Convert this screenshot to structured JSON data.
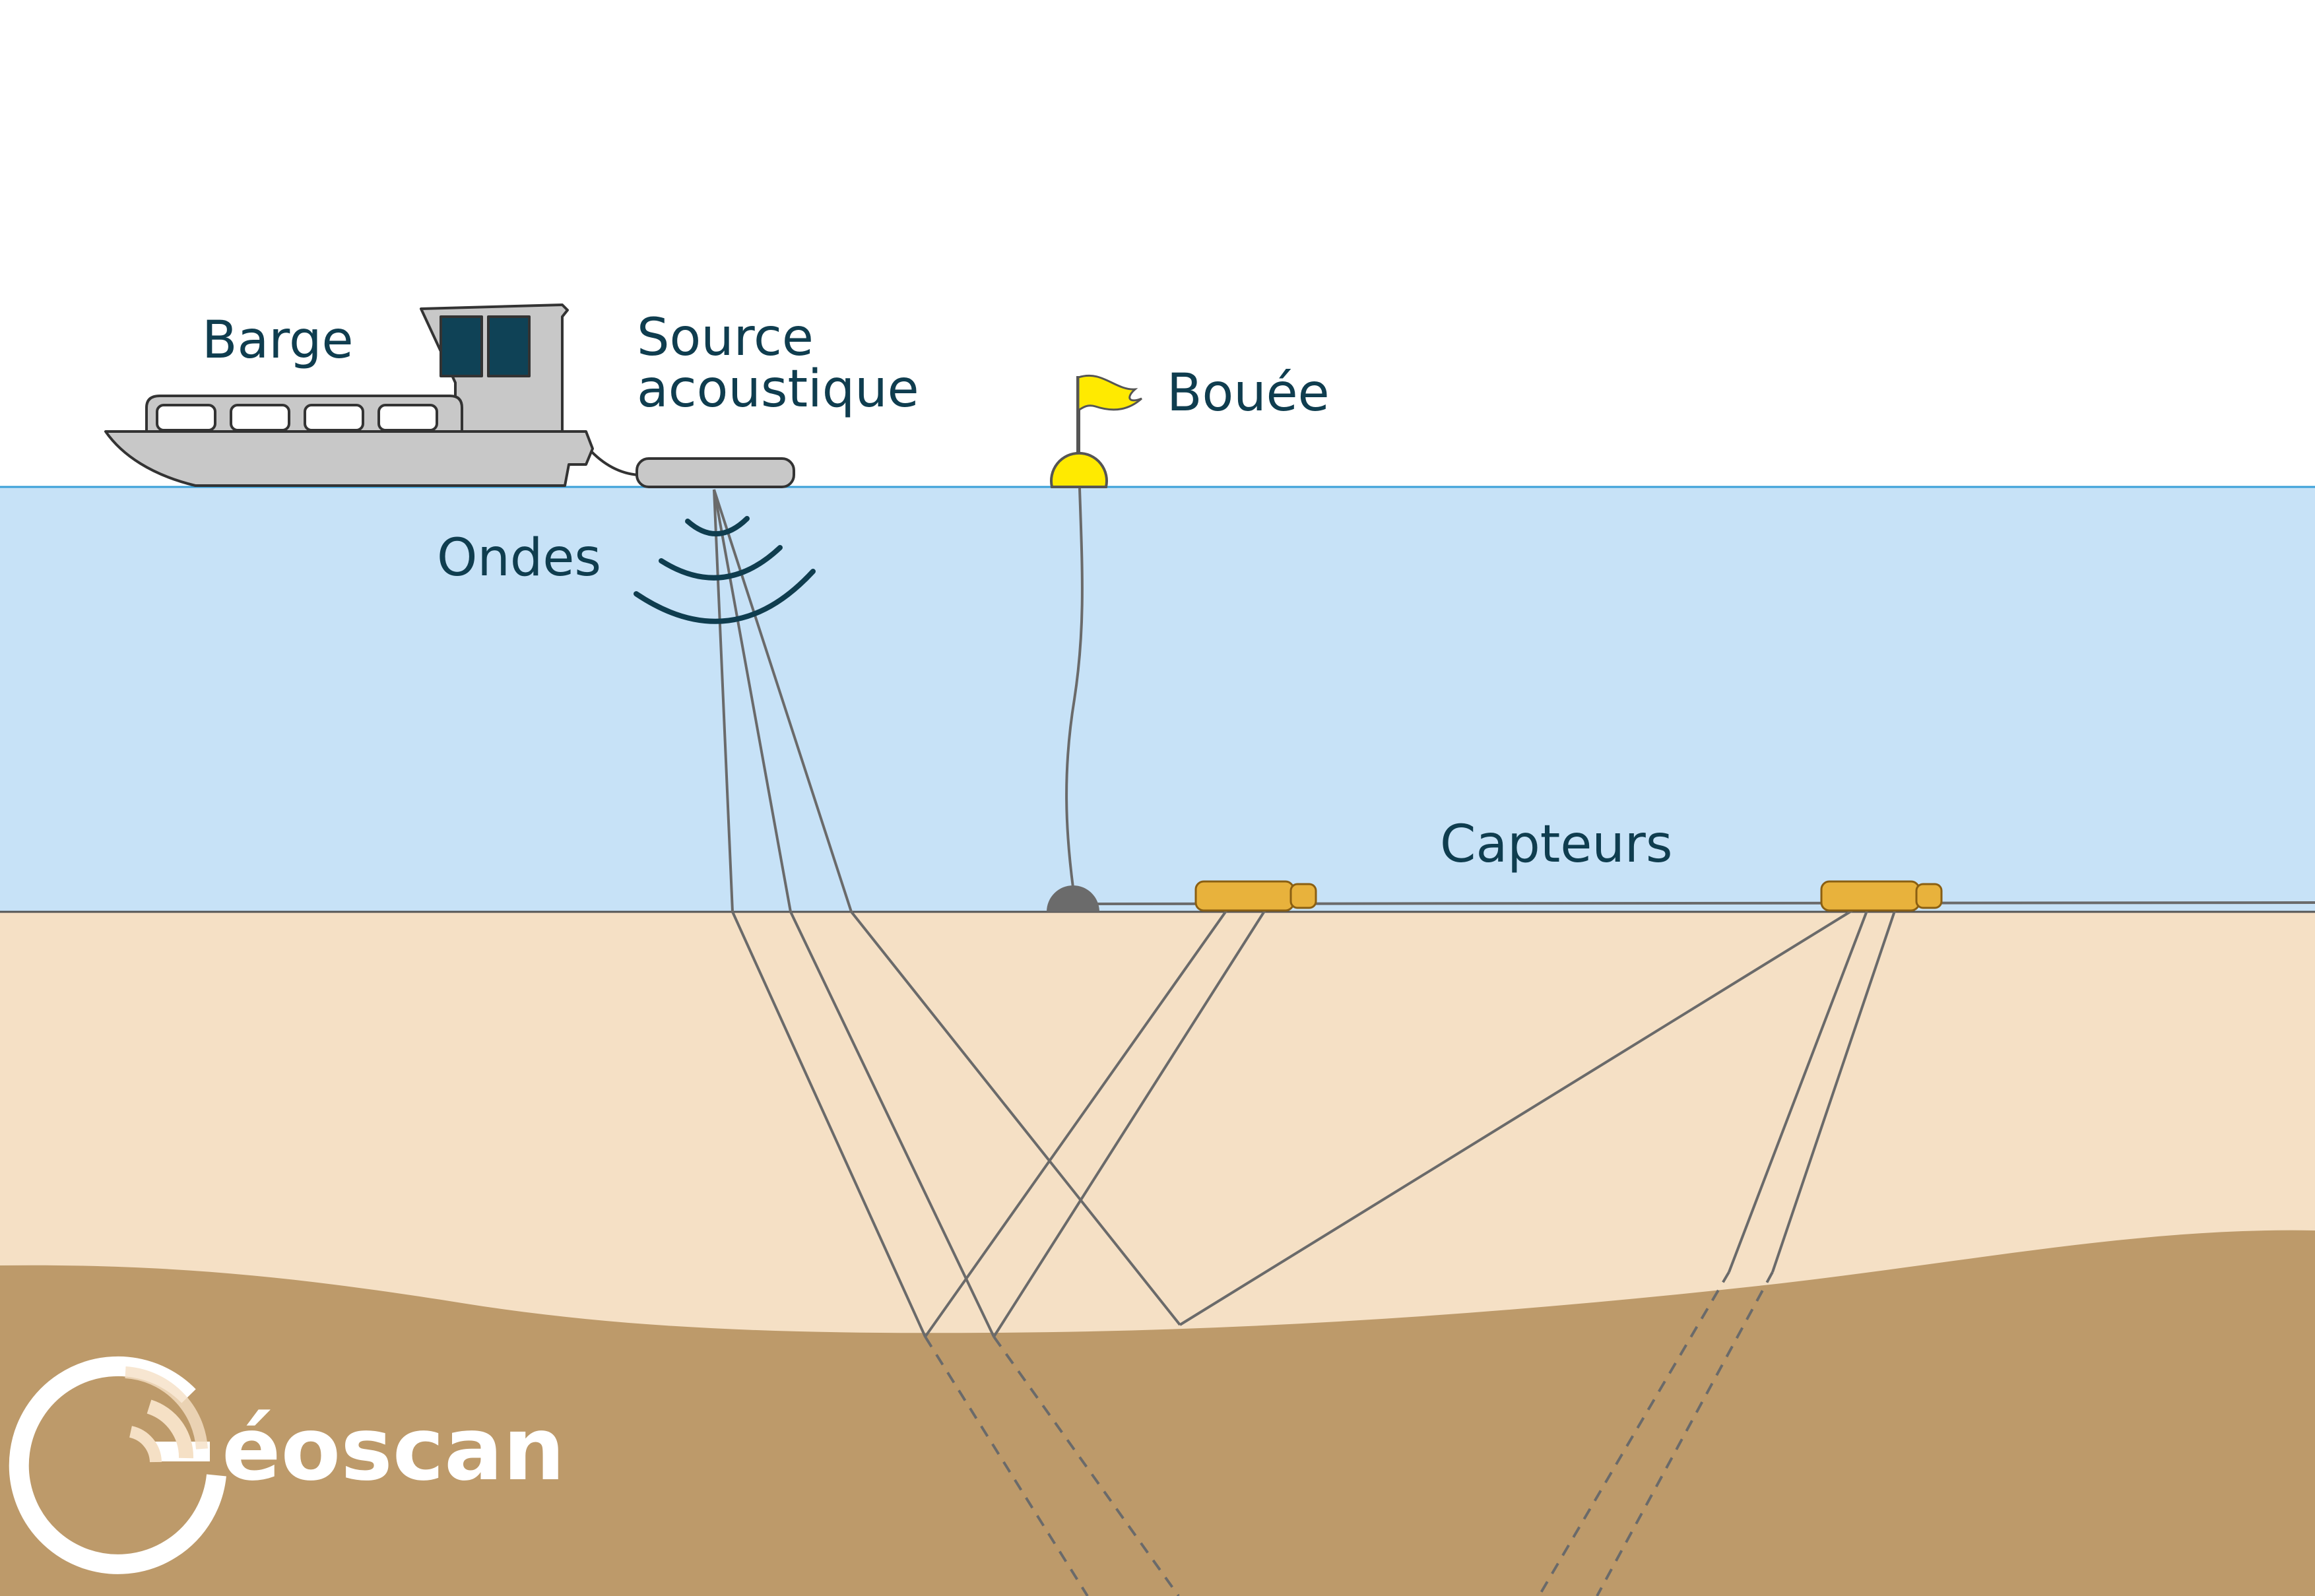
{
  "labels": {
    "barge": "Barge",
    "source_line1": "Source",
    "source_line2": "acoustique",
    "buoy": "Bouée",
    "waves": "Ondes",
    "sensors": "Capteurs"
  },
  "logo": {
    "text": "éoscan",
    "wordmark": "Géoscan"
  },
  "colors": {
    "sky": "#ffffff",
    "water": "#c7e2f7",
    "water_line": "#3aa0d8",
    "sediment": "#f5e0c5",
    "bedrock": "#bd9a6a",
    "label_text": "#0f3d4f",
    "barge_hull": "#c8c8c8",
    "barge_window": "#0f4256",
    "buoy": "#ffea00",
    "sensor": "#e8b23c",
    "anchor": "#6b6b6b",
    "ray_line": "#6a6a6a"
  },
  "icons": [
    "barge-icon",
    "acoustic-source-icon",
    "buoy-flag-icon",
    "anchor-weight-icon",
    "sensor-icon",
    "geoscan-logo-icon"
  ]
}
